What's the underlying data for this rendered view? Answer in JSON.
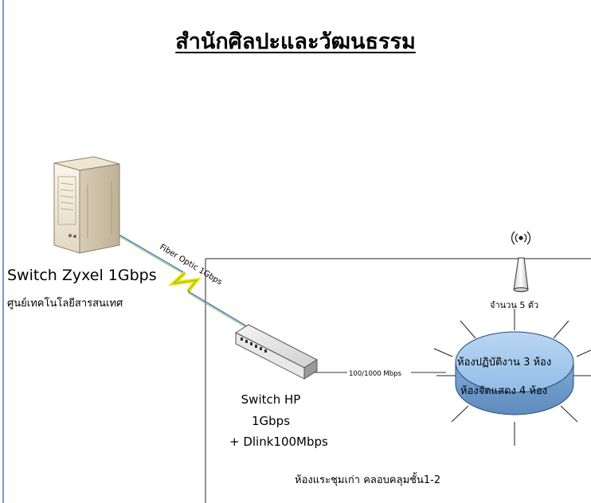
{
  "title": "สำนักศิลปะและวัฒนธรรม",
  "server": {
    "name": "Switch Zyxel 1Gbps",
    "location": "ศูนย์เทคโนโลยีสารสนเทศ"
  },
  "fiber_link": {
    "label": "Fiber Optic 1Gbps"
  },
  "switch": {
    "line1": "Switch HP",
    "line2": "1Gbps",
    "line3": "+ Dlink100Mbps"
  },
  "lan_link": {
    "label": "100/1000 Mbps"
  },
  "access_point": {
    "label": "จำนวน 5 ตัว"
  },
  "hub": {
    "line1": "ห้องปฏิบัติงาน 3 ห้อง",
    "line2": "ห้องจัดแสดง  4 ห้อง"
  },
  "area": {
    "label": "ห้องแระชุมเก่า คลอบคลุมชั้น1-2"
  },
  "colors": {
    "frame": "#6b9bd2",
    "hub_fill": "#9ec5ec",
    "fiber_blue": "#4a78c8",
    "fiber_yellow": "#f2e200",
    "fiber_green": "#8dbf3f"
  }
}
